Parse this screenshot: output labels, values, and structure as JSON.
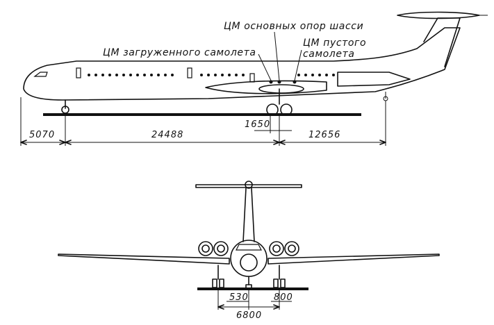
{
  "side_view": {
    "labels": {
      "cg_main_gear": "ЦМ основных опор шасси",
      "cg_loaded": "ЦМ загруженного самолета",
      "cg_empty_line1": "ЦМ пустого",
      "cg_empty_line2": "самолета"
    },
    "dimensions": {
      "nose_offset": "5070",
      "wheelbase": "24488",
      "cg_shift": "1650",
      "tail_offset": "12656"
    }
  },
  "front_view": {
    "dimensions": {
      "nose_gear_offset": "530",
      "gear_track": "6800",
      "main_gear_offset": "800"
    }
  }
}
